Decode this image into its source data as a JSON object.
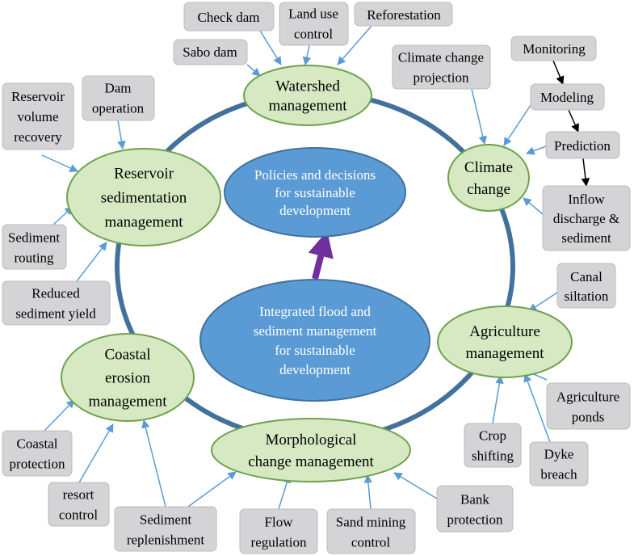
{
  "colors": {
    "ring": "#41719c",
    "green_fill": "#d6e9c2",
    "green_stroke": "#6fa24d",
    "blue_fill": "#5b9bd5",
    "blue_stroke": "#41719c",
    "gray_fill": "#d4d4d6",
    "gray_stroke": "#bcbcbe",
    "arrow": "#5b9bd5",
    "chain_arrow": "#000000",
    "center_arrow": "#7030a0"
  },
  "center": {
    "policies": [
      "Policies and decisions",
      "for sustainable",
      "development"
    ],
    "integrated": [
      "Integrated flood and",
      "sediment management",
      "for sustainable",
      "development"
    ]
  },
  "nodes": {
    "watershed": [
      "Watershed",
      "management"
    ],
    "climate": [
      "Climate",
      "change"
    ],
    "agriculture": [
      "Agriculture",
      "management"
    ],
    "morphological": [
      "Morphological",
      "change management"
    ],
    "coastal": [
      "Coastal",
      "erosion",
      "management"
    ],
    "reservoir": [
      "Reservoir",
      "sedimentation",
      "management"
    ]
  },
  "factors": {
    "check_dam": [
      "Check dam"
    ],
    "land_use": [
      "Land use",
      "control"
    ],
    "reforestation": [
      "Reforestation"
    ],
    "sabo_dam": [
      "Sabo dam"
    ],
    "climate_projection": [
      "Climate change",
      "projection"
    ],
    "monitoring": [
      "Monitoring"
    ],
    "modeling": [
      "Modeling"
    ],
    "prediction": [
      "Prediction"
    ],
    "inflow": [
      "Inflow",
      "discharge &",
      "sediment"
    ],
    "canal": [
      "Canal",
      "siltation"
    ],
    "agri_ponds": [
      "Agriculture",
      "ponds"
    ],
    "crop": [
      "Crop",
      "shifting"
    ],
    "dyke": [
      "Dyke",
      "breach"
    ],
    "bank": [
      "Bank",
      "protection"
    ],
    "sand": [
      "Sand mining",
      "control"
    ],
    "flow": [
      "Flow",
      "regulation"
    ],
    "sediment_rep": [
      "Sediment",
      "replenishment"
    ],
    "resort": [
      "resort",
      "control"
    ],
    "coastal_prot": [
      "Coastal",
      "protection"
    ],
    "reduced": [
      "Reduced",
      "sediment yield"
    ],
    "routing": [
      "Sediment",
      "routing"
    ],
    "volume": [
      "Reservoir",
      "volume",
      "recovery"
    ],
    "dam_op": [
      "Dam",
      "operation"
    ]
  }
}
